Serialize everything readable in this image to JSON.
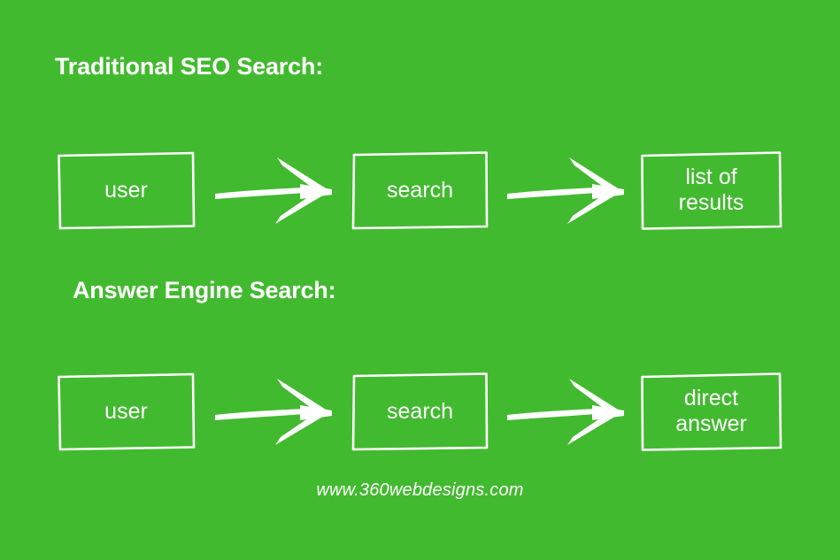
{
  "page": {
    "background_color": "#42ba2f",
    "foreground_color": "#ffffff"
  },
  "sections": [
    {
      "heading": "Traditional SEO Search:",
      "nodes": [
        {
          "label": "user"
        },
        {
          "label": "search"
        },
        {
          "label": "list of\nresults"
        }
      ],
      "connectors": [
        {
          "icon": "arrow-right-icon"
        },
        {
          "icon": "arrow-right-icon"
        }
      ]
    },
    {
      "heading": "Answer Engine Search:",
      "nodes": [
        {
          "label": "user"
        },
        {
          "label": "search"
        },
        {
          "label": "direct\nanswer"
        }
      ],
      "connectors": [
        {
          "icon": "arrow-right-icon"
        },
        {
          "icon": "arrow-right-icon"
        }
      ]
    }
  ],
  "footer": {
    "url": "www.360webdesigns.com"
  }
}
